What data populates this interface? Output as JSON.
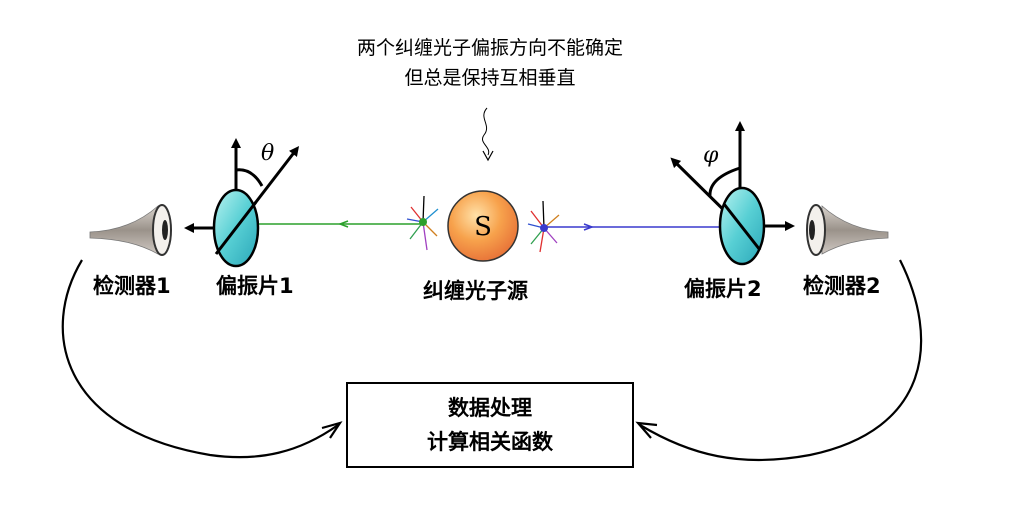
{
  "annotation": {
    "line1": "两个纠缠光子偏振方向不能确定",
    "line2": "但总是保持互相垂直"
  },
  "labels": {
    "detector_1": "检测器1",
    "polarizer_1": "偏振片1",
    "source": "纠缠光子源",
    "polarizer_2": "偏振片2",
    "detector_2": "检测器2",
    "source_symbol": "S",
    "angle_1": "θ",
    "angle_2": "φ"
  },
  "processing_box": {
    "line1": "数据处理",
    "line2": "计算相关函数"
  },
  "colors": {
    "left_beam": "#2ca02c",
    "right_beam": "#3a3acd",
    "polarizer_fill": "#5fd3d3",
    "source_fill": "#f6a14a",
    "detector_fill": "#a89f96"
  }
}
